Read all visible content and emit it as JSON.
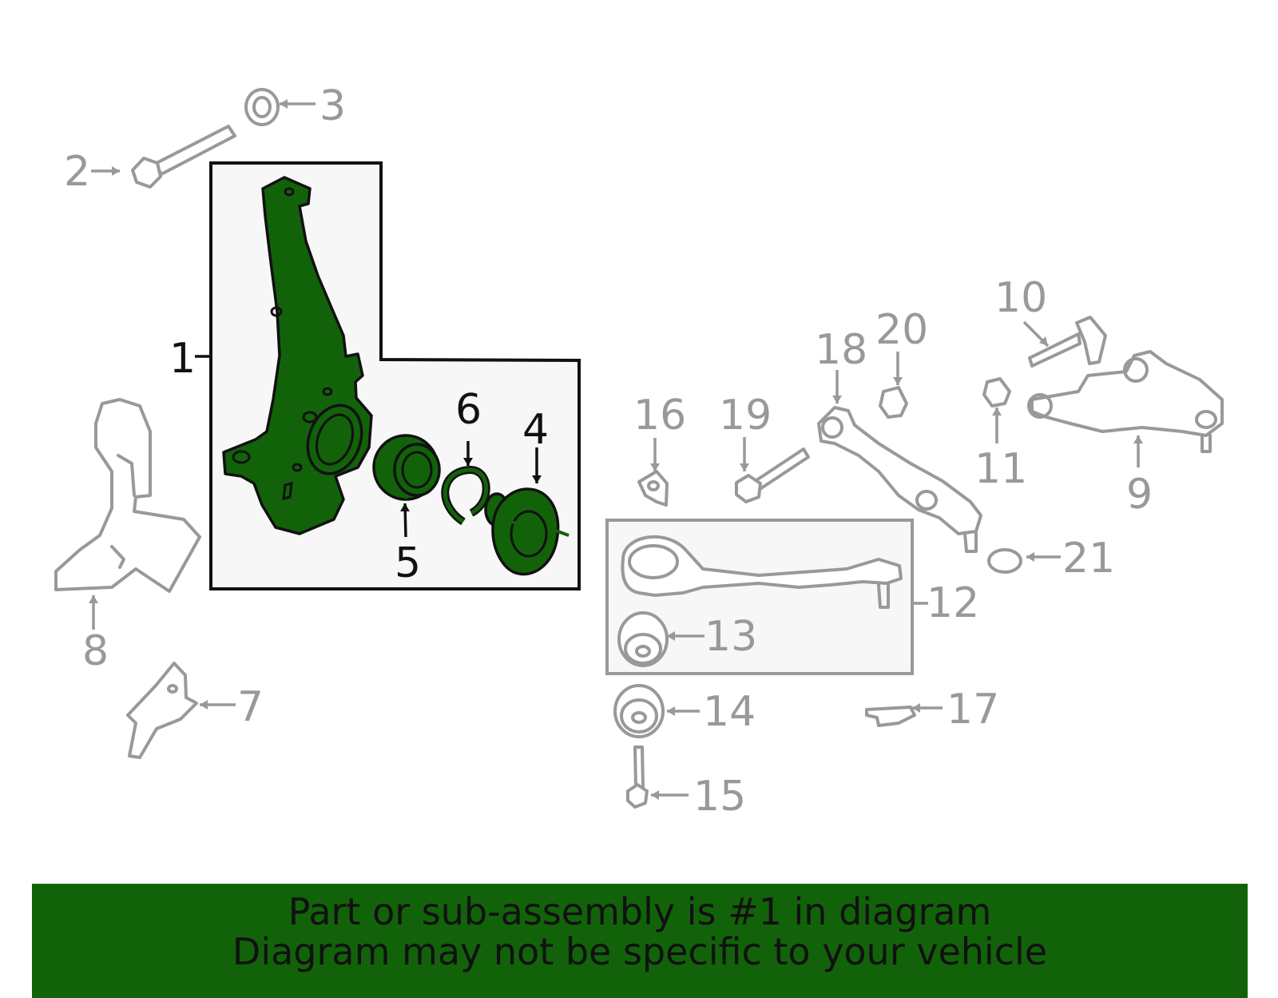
{
  "colors": {
    "highlight": "#12620a",
    "inactive": "#999999",
    "active_text": "#111111",
    "box_fill": "#f7f7f7",
    "banner": "#12620a"
  },
  "callouts": [
    {
      "id": "1",
      "label": "1",
      "active": true
    },
    {
      "id": "2",
      "label": "2",
      "active": false
    },
    {
      "id": "3",
      "label": "3",
      "active": false
    },
    {
      "id": "4",
      "label": "4",
      "active": true
    },
    {
      "id": "5",
      "label": "5",
      "active": true
    },
    {
      "id": "6",
      "label": "6",
      "active": true
    },
    {
      "id": "7",
      "label": "7",
      "active": false
    },
    {
      "id": "8",
      "label": "8",
      "active": false
    },
    {
      "id": "9",
      "label": "9",
      "active": false
    },
    {
      "id": "10",
      "label": "10",
      "active": false
    },
    {
      "id": "11",
      "label": "11",
      "active": false
    },
    {
      "id": "12",
      "label": "12",
      "active": false
    },
    {
      "id": "13",
      "label": "13",
      "active": false
    },
    {
      "id": "14",
      "label": "14",
      "active": false
    },
    {
      "id": "15",
      "label": "15",
      "active": false
    },
    {
      "id": "16",
      "label": "16",
      "active": false
    },
    {
      "id": "17",
      "label": "17",
      "active": false
    },
    {
      "id": "18",
      "label": "18",
      "active": false
    },
    {
      "id": "19",
      "label": "19",
      "active": false
    },
    {
      "id": "20",
      "label": "20",
      "active": false
    },
    {
      "id": "21",
      "label": "21",
      "active": false
    }
  ],
  "banner": {
    "line1": "Part or sub-assembly is #1 in diagram",
    "line2": "Diagram may not be specific to your vehicle"
  }
}
